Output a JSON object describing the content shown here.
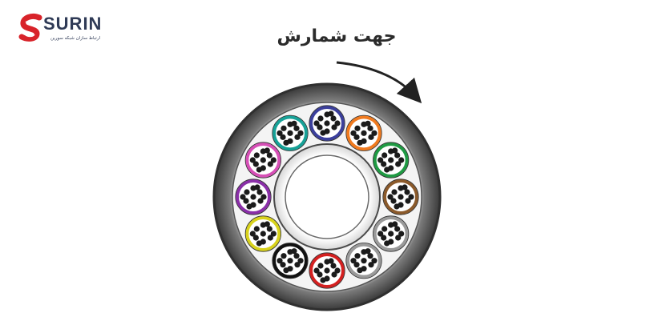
{
  "brand": {
    "name": "SURIN",
    "tagline": "ارتباط سازان شبکه سورین",
    "colors": {
      "red": "#d8232a",
      "navy": "#2f3a56"
    }
  },
  "diagram": {
    "direction_label": "جهت شمارش",
    "arrow_direction": "clockwise",
    "tubes": [
      {
        "color": "#3b3f9c",
        "icon": "fiber-tube"
      },
      {
        "color": "#f07a1f",
        "icon": "fiber-tube"
      },
      {
        "color": "#1f9a43",
        "icon": "fiber-tube"
      },
      {
        "color": "#8b5a2b",
        "icon": "fiber-tube"
      },
      {
        "color": "#9a9a9a",
        "icon": "fiber-tube"
      },
      {
        "color": "#ffffff",
        "icon": "fiber-tube"
      },
      {
        "color": "#d42020",
        "icon": "fiber-tube"
      },
      {
        "color": "#111111",
        "icon": "fiber-tube"
      },
      {
        "color": "#d8d21c",
        "icon": "fiber-tube"
      },
      {
        "color": "#8a2fa8",
        "icon": "fiber-tube"
      },
      {
        "color": "#d64fb6",
        "icon": "fiber-tube"
      },
      {
        "color": "#17a197",
        "icon": "fiber-tube"
      }
    ],
    "colors": {
      "sheath_outer": "#3a3a3a",
      "sheath_inner": "#eeeeee",
      "filler": "#f4f4f4",
      "core_ring": "#bdbdbd"
    }
  }
}
